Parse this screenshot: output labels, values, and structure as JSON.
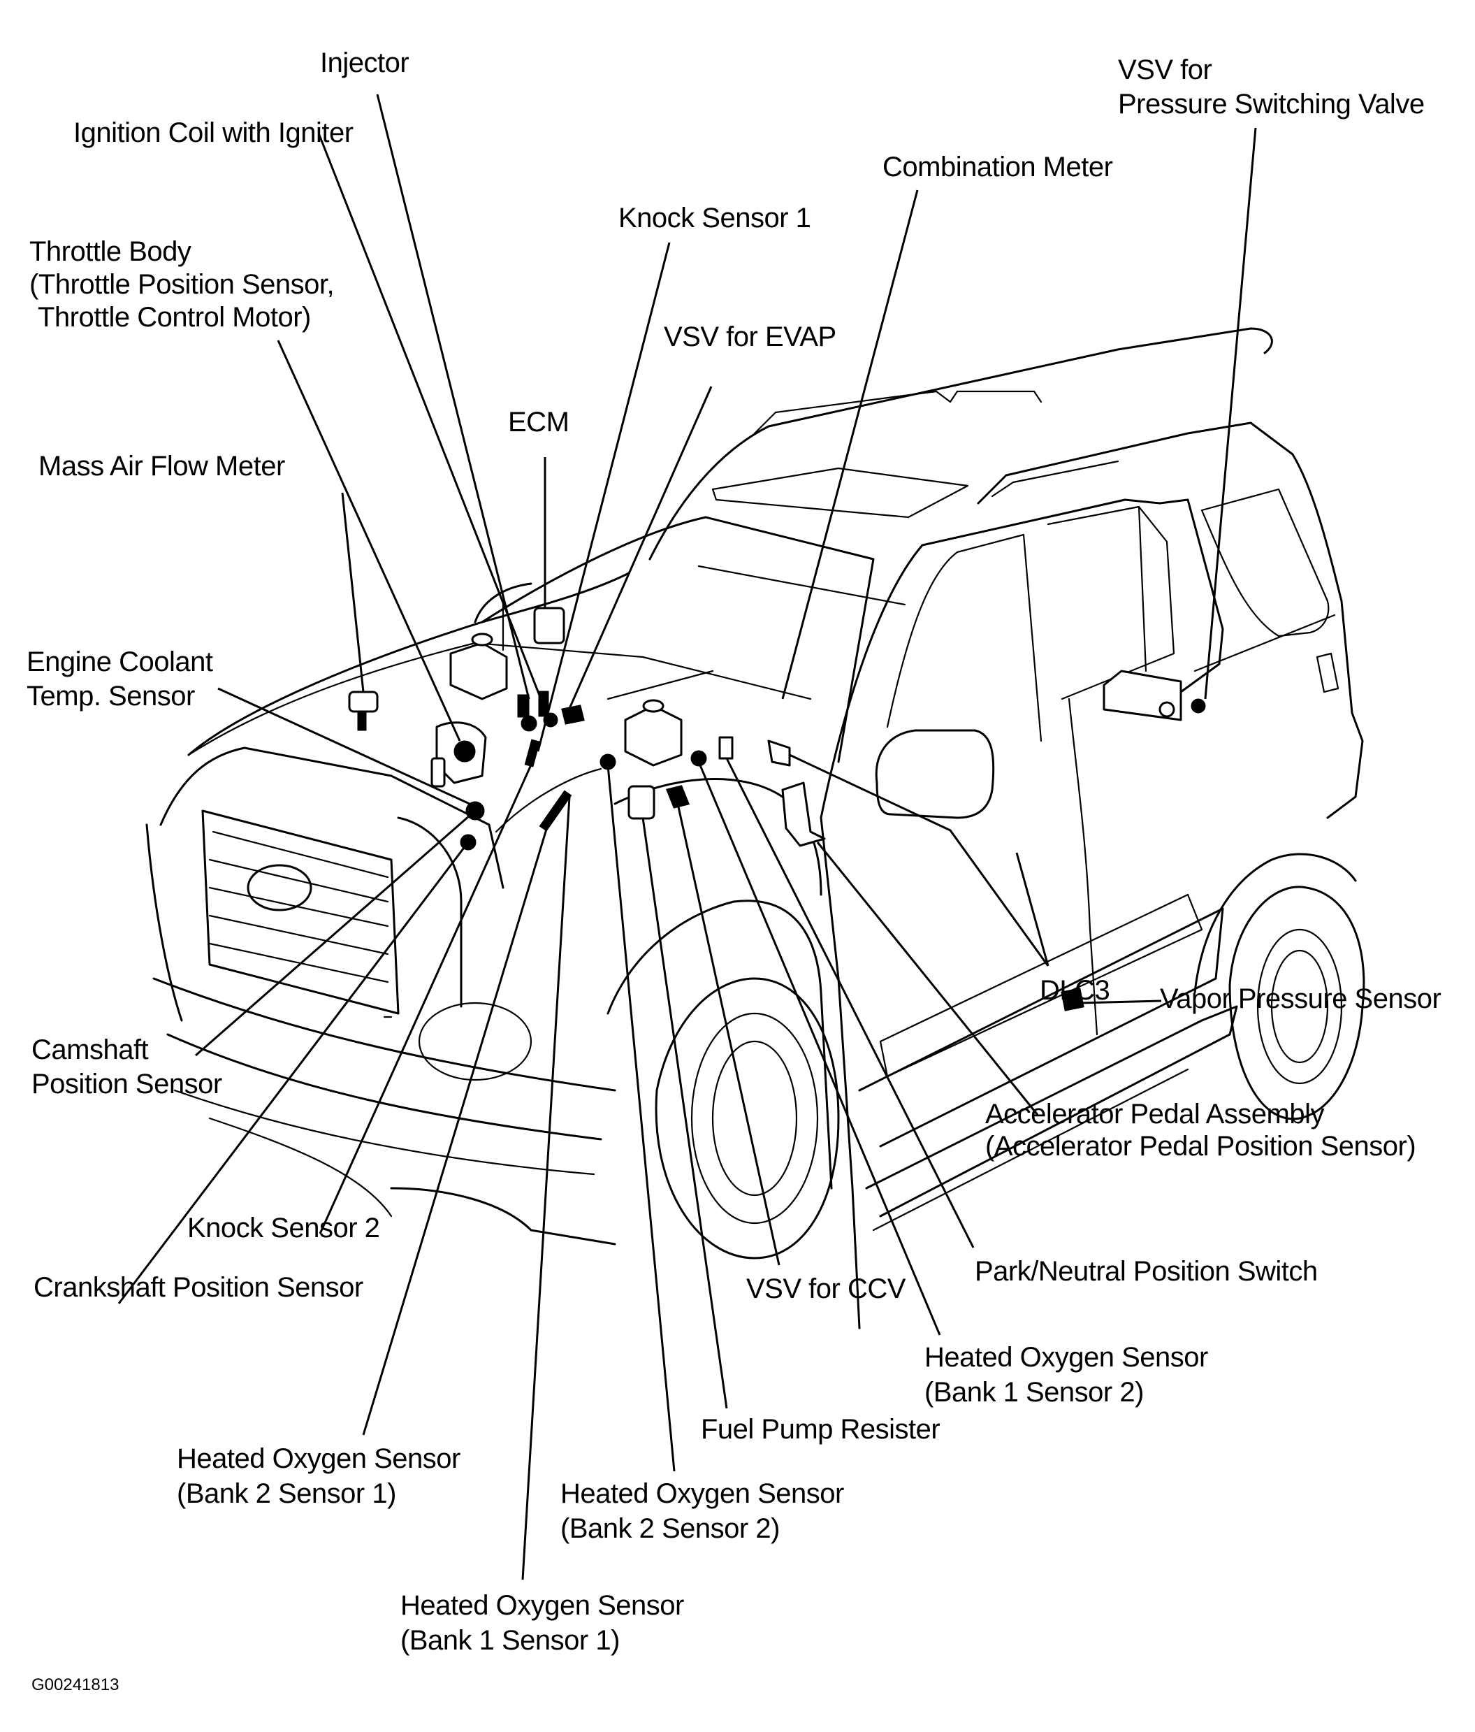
{
  "diagram": {
    "title": "Engine control component locations",
    "figure_code": "G00241813",
    "colors": {
      "ink": "#000000",
      "paper": "#ffffff"
    },
    "labels": [
      {
        "id": "injector",
        "lines": [
          "Injector"
        ]
      },
      {
        "id": "ignition-coil",
        "lines": [
          "Ignition Coil with Igniter"
        ]
      },
      {
        "id": "throttle-body",
        "lines": [
          "Throttle Body",
          "(Throttle Position Sensor,",
          " Throttle Control Motor)"
        ]
      },
      {
        "id": "knock-sensor-1",
        "lines": [
          "Knock Sensor 1"
        ]
      },
      {
        "id": "vsv-evap",
        "lines": [
          "VSV for EVAP"
        ]
      },
      {
        "id": "ecm",
        "lines": [
          "ECM"
        ]
      },
      {
        "id": "combination-meter",
        "lines": [
          "Combination Meter"
        ]
      },
      {
        "id": "vsv-pressure-switching",
        "lines": [
          "VSV for",
          "Pressure Switching Valve"
        ]
      },
      {
        "id": "mass-air-flow-meter",
        "lines": [
          "Mass Air Flow Meter"
        ]
      },
      {
        "id": "engine-coolant-temp-sensor",
        "lines": [
          "Engine Coolant",
          "Temp. Sensor"
        ]
      },
      {
        "id": "camshaft-position-sensor",
        "lines": [
          "Camshaft",
          "Position Sensor"
        ]
      },
      {
        "id": "knock-sensor-2",
        "lines": [
          "Knock Sensor 2"
        ]
      },
      {
        "id": "crankshaft-position-sensor",
        "lines": [
          "Crankshaft Position Sensor"
        ]
      },
      {
        "id": "ho2s-bank2-sensor1",
        "lines": [
          "Heated Oxygen Sensor",
          "(Bank 2 Sensor 1)"
        ]
      },
      {
        "id": "ho2s-bank1-sensor1",
        "lines": [
          "Heated Oxygen Sensor",
          "(Bank 1 Sensor 1)"
        ]
      },
      {
        "id": "ho2s-bank2-sensor2",
        "lines": [
          "Heated Oxygen Sensor",
          "(Bank 2 Sensor 2)"
        ]
      },
      {
        "id": "fuel-pump-resister",
        "lines": [
          "Fuel Pump Resister"
        ]
      },
      {
        "id": "vsv-ccv",
        "lines": [
          "VSV for CCV"
        ]
      },
      {
        "id": "ho2s-bank1-sensor2",
        "lines": [
          "Heated Oxygen Sensor",
          "(Bank 1 Sensor 2)"
        ]
      },
      {
        "id": "park-neutral-switch",
        "lines": [
          "Park/Neutral Position Switch"
        ]
      },
      {
        "id": "accelerator-pedal",
        "lines": [
          "Accelerator Pedal Assembly",
          "(Accelerator Pedal Position Sensor)"
        ]
      },
      {
        "id": "dlc3",
        "lines": [
          "DLC3"
        ]
      },
      {
        "id": "vapor-pressure-sensor",
        "lines": [
          "Vapor Pressure Sensor"
        ]
      }
    ]
  }
}
